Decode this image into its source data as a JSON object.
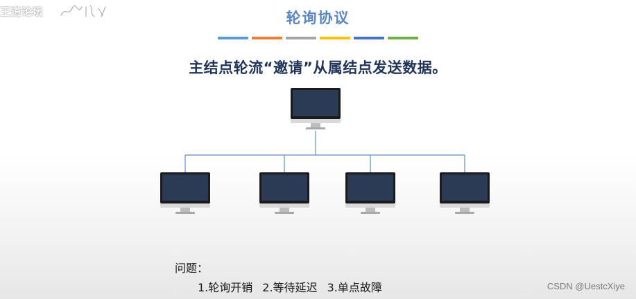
{
  "watermark": {
    "text": "王道论坛"
  },
  "title": {
    "text": "轮询协议",
    "color": "#5a86c2"
  },
  "color_bar": [
    {
      "color": "#5b9bd5"
    },
    {
      "color": "#ed7d31"
    },
    {
      "color": "#a5a5a5"
    },
    {
      "color": "#ffc000"
    },
    {
      "color": "#4472c4"
    },
    {
      "color": "#70ad47"
    }
  ],
  "subtitle": {
    "text": "主结点轮流“邀请”从属结点发送数据。"
  },
  "diagram": {
    "master": {
      "name": "master-computer"
    },
    "slaves": [
      {
        "name": "slave-computer-1"
      },
      {
        "name": "slave-computer-2"
      },
      {
        "name": "slave-computer-3"
      },
      {
        "name": "slave-computer-4"
      }
    ],
    "line_color": "#5b8fc7"
  },
  "problems": {
    "label": "问题：",
    "items": [
      "1.轮询开销",
      "2.等待延迟",
      "3.单点故障"
    ]
  },
  "csdn": {
    "text": "CSDN @UestcXiye"
  }
}
